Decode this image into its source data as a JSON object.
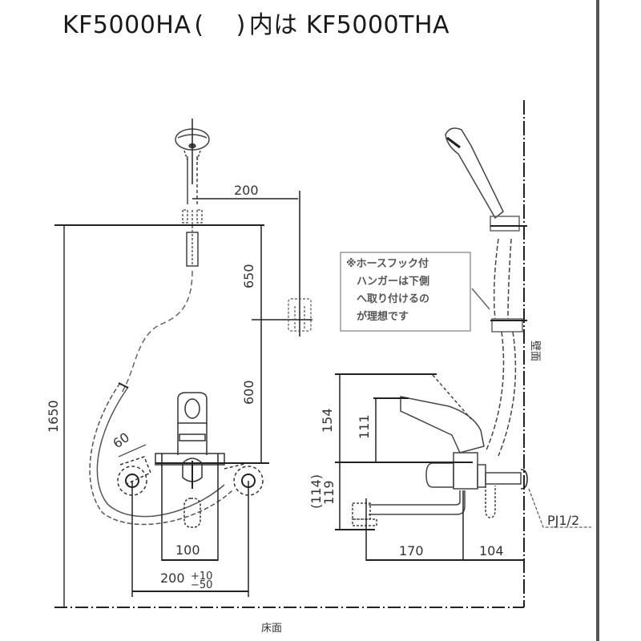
{
  "title": {
    "model_main": "KF5000HA",
    "paren_open": "(",
    "paren_close": ")",
    "connector": "内は",
    "model_alt": "KF5000THA"
  },
  "front_view": {
    "dim_shower_offset": "200",
    "dim_upper_height": "650",
    "dim_lower_height": "600",
    "dim_total_height": "1650",
    "dim_handle_angle": "60",
    "dim_spout_width": "100",
    "dim_mount_pitch": "200",
    "dim_mount_tol_plus": "+10",
    "dim_mount_tol_minus": "−50"
  },
  "side_view": {
    "note_lines": [
      "※ホースフック付",
      "ハンガーは下側",
      "へ取り付けるの",
      "が理想です"
    ],
    "dim_lever_height": "154",
    "dim_body_height": "111",
    "dim_spout_drop": "119",
    "dim_spout_drop_alt": "(114)",
    "dim_spout_reach": "170",
    "dim_wall_offset": "104",
    "pipe_thread_label": "PJ1/2",
    "wall_label": "壁面"
  },
  "floor_label": "床面",
  "colors": {
    "line": "#2a2a2a",
    "thin_line": "#777777",
    "note_border": "#999999",
    "background": "#ffffff"
  }
}
